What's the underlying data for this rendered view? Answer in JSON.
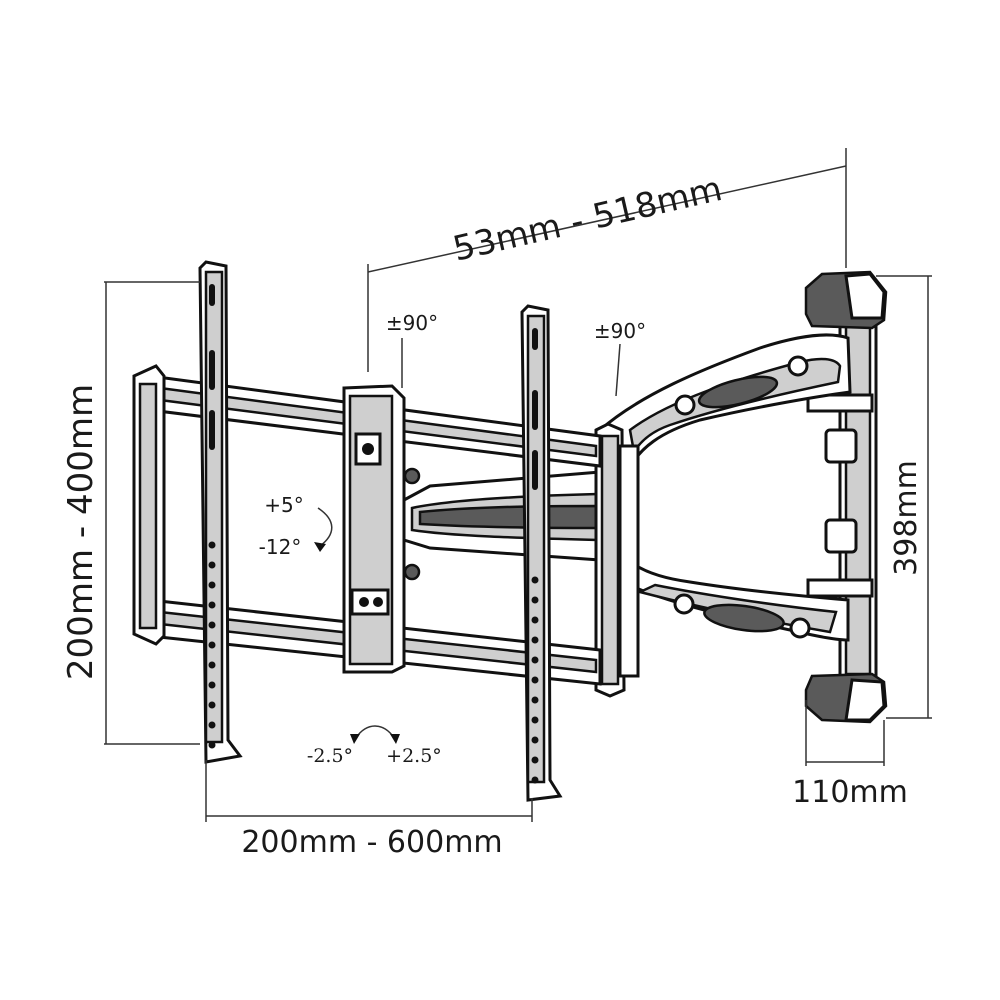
{
  "dimensions": {
    "extension": "53mm - 518mm",
    "vertical_vesa": "200mm - 400mm",
    "horizontal_vesa": "200mm - 600mm",
    "bracket_height": "398mm",
    "bracket_width": "110mm"
  },
  "angles": {
    "swivel_left": "±90°",
    "swivel_right": "±90°",
    "tilt_up": "+5°",
    "tilt_down": "-12°",
    "level_minus": "-2.5°",
    "level_plus": "+2.5°"
  },
  "colors": {
    "line": "#111111",
    "fill_light": "#cfcfcf",
    "fill_dark": "#5a5a5a"
  }
}
